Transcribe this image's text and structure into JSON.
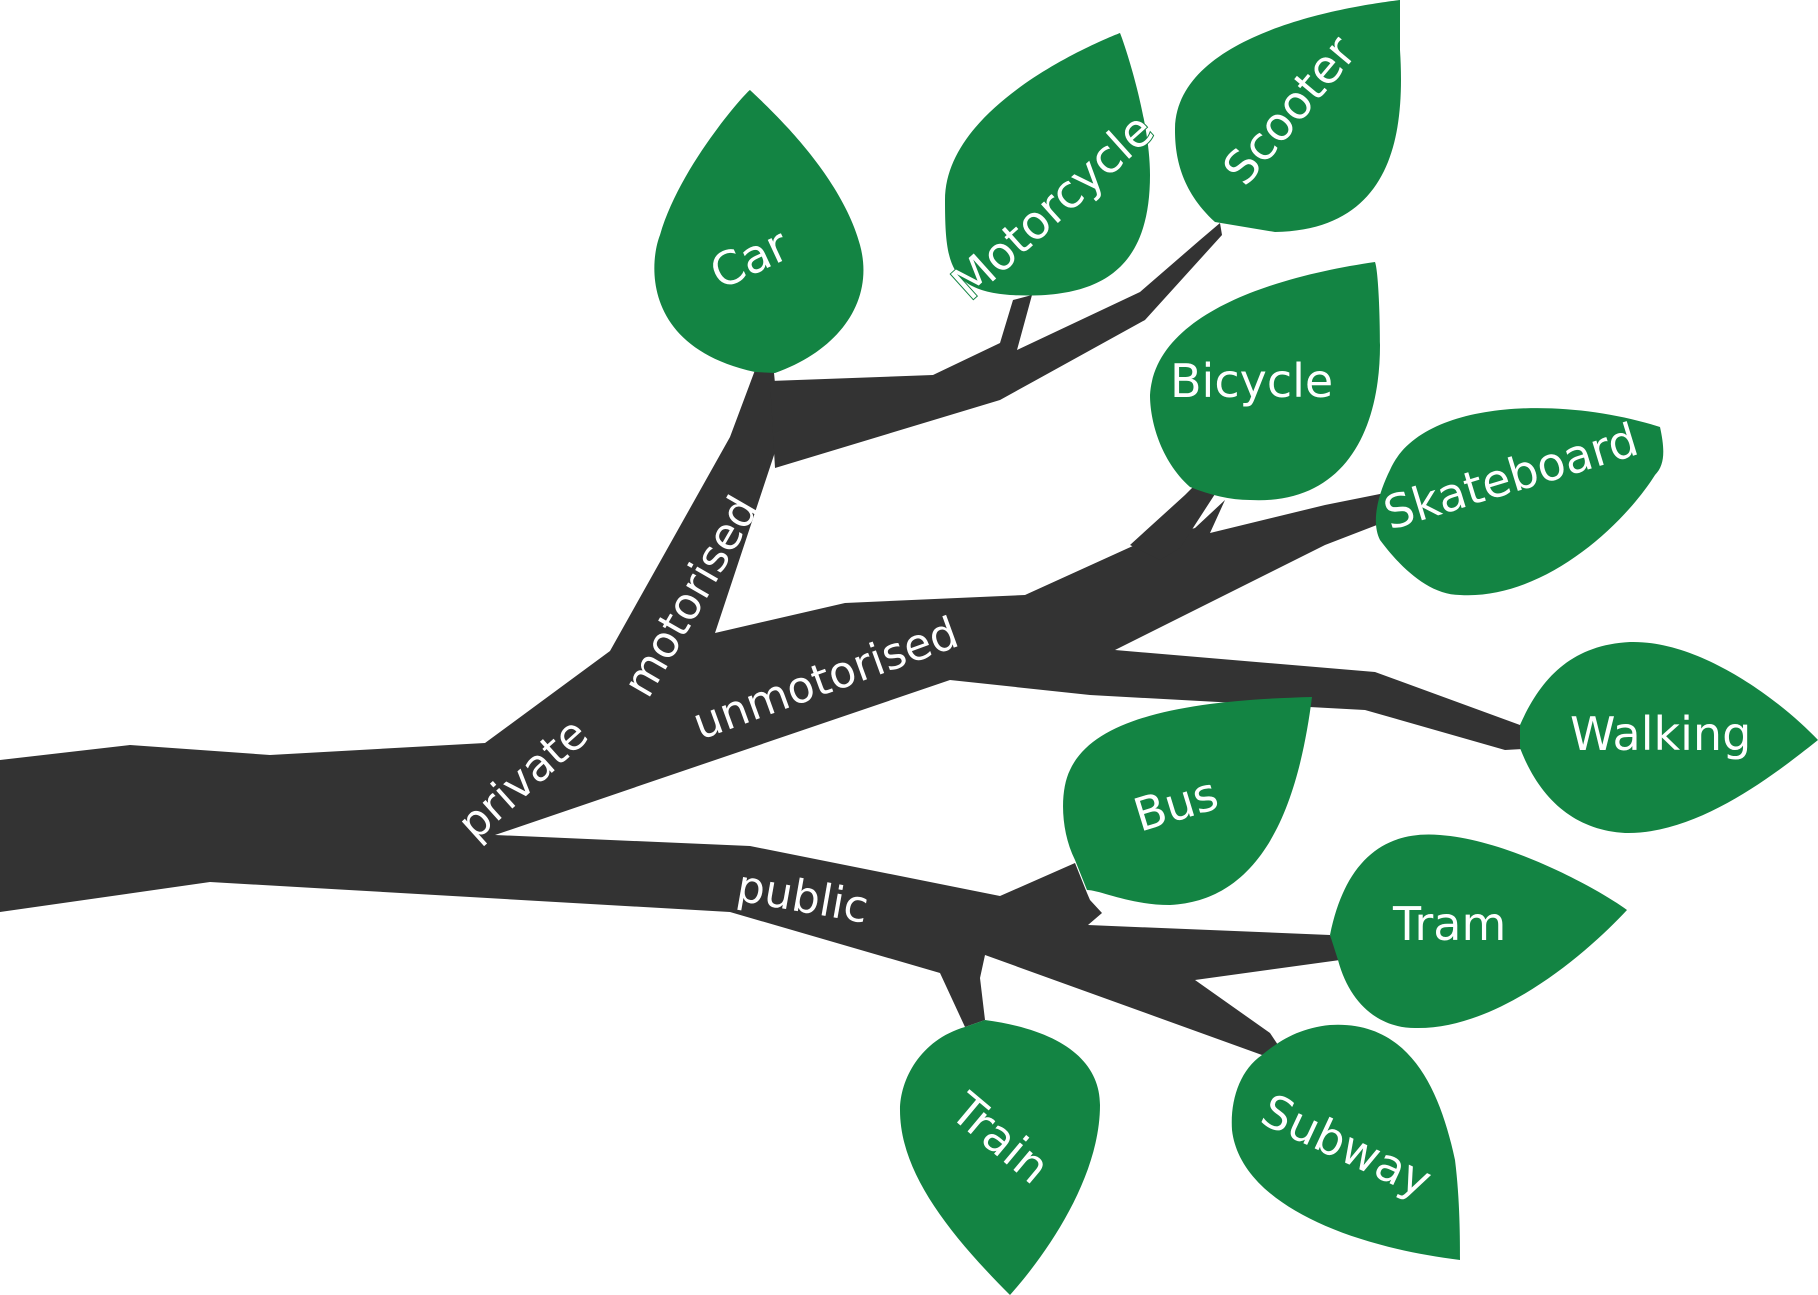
{
  "colors": {
    "branch": "#333333",
    "leaf": "#138443",
    "text": "#ffffff"
  },
  "branches": {
    "private": "private",
    "motorised": "motorised",
    "unmotorised": "unmotorised",
    "public": "public"
  },
  "leaves": {
    "car": "Car",
    "motorcycle": "Motorcycle",
    "scooter": "Scooter",
    "bicycle": "Bicycle",
    "skateboard": "Skateboard",
    "walking": "Walking",
    "bus": "Bus",
    "tram": "Tram",
    "train": "Train",
    "subway": "Subway"
  }
}
